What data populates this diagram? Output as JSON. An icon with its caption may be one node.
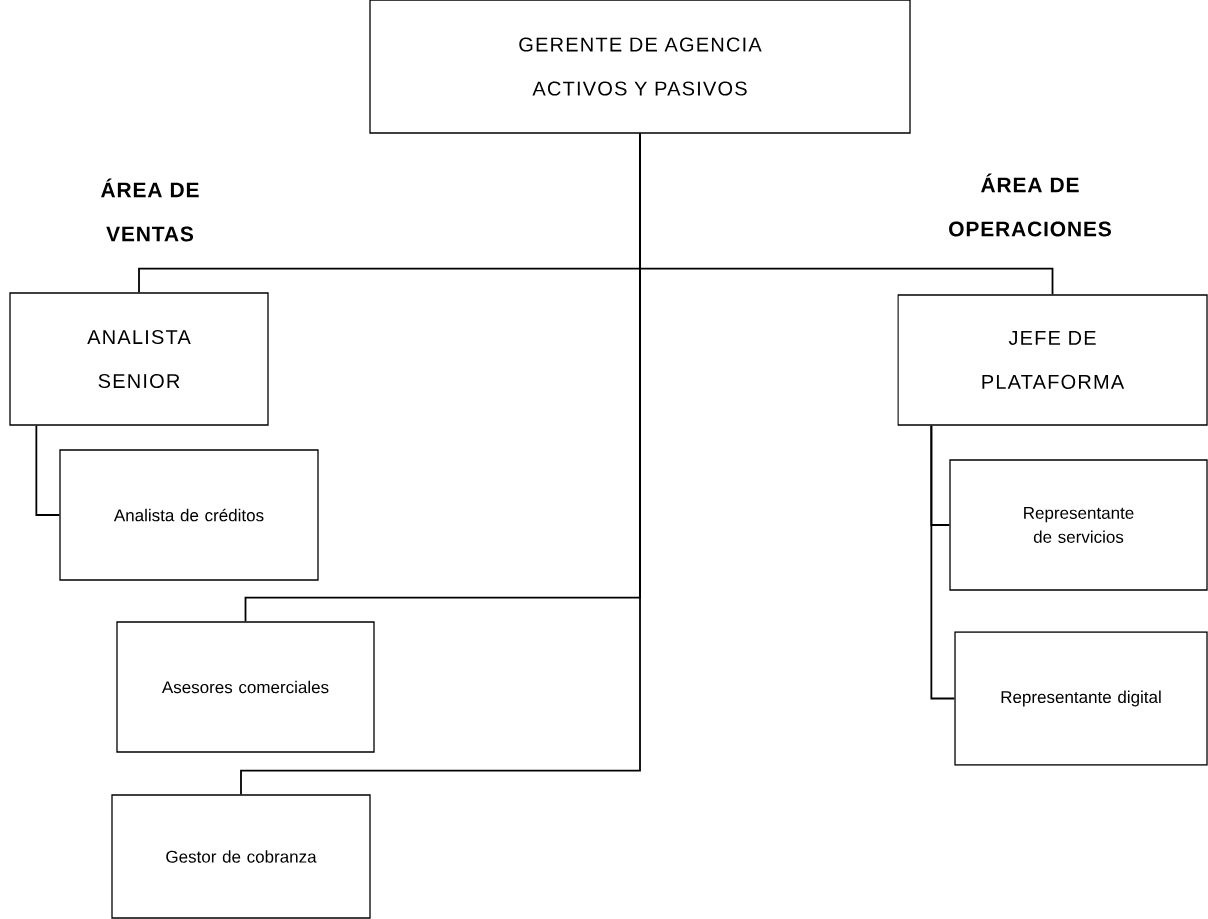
{
  "diagram": {
    "nodes": [
      {
        "text": [
          "GERENTE DE AGENCIA ACTIVOS Y PASIVOS"
        ]
      },
      {
        "text": [
          "ANALISTA SENIOR"
        ]
      },
      {
        "text": [
          "Analista de créditos"
        ]
      },
      {
        "text": [
          "Asesores comerciales"
        ]
      },
      {
        "text": [
          "Gestor de cobranza"
        ]
      },
      {
        "text": [
          "JEFE DE PLATAFORMA"
        ]
      },
      {
        "text": [
          "Representante de servicios"
        ]
      },
      {
        "text": [
          "Representante digital"
        ]
      }
    ],
    "edges": [
      {
        "from": 0,
        "to": 1,
        "arrow": "none"
      },
      {
        "from": 0,
        "to": 5,
        "arrow": "none"
      },
      {
        "from": 0,
        "to": 3,
        "arrow": "none"
      },
      {
        "from": 0,
        "to": 4,
        "arrow": "none"
      },
      {
        "from": 1,
        "to": 2,
        "arrow": "none"
      },
      {
        "from": 5,
        "to": 6,
        "arrow": "none"
      },
      {
        "from": 5,
        "to": 7,
        "arrow": "none"
      }
    ],
    "labels": [
      "ÁREA DE VENTAS",
      "ÁREA DE OPERACIONES"
    ]
  }
}
